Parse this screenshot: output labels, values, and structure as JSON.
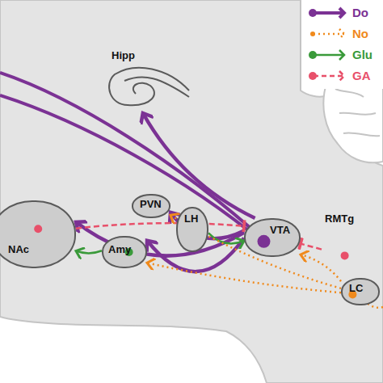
{
  "diagram": {
    "nodes": [
      {
        "text": [
          "Hipp"
        ]
      },
      {
        "text": [
          "PVN"
        ]
      },
      {
        "text": [
          "NAc"
        ]
      },
      {
        "text": [
          "Amy"
        ]
      },
      {
        "text": [
          "LH"
        ]
      },
      {
        "text": [
          "VTA"
        ]
      },
      {
        "text": [
          "RMTg"
        ]
      },
      {
        "text": [
          "LC"
        ]
      }
    ],
    "edges": [
      {
        "from": 5,
        "to": 0,
        "arrow": "to"
      },
      {
        "from": 5,
        "to": 2,
        "arrow": "to"
      },
      {
        "from": 5,
        "to": 1,
        "arrow": "to"
      },
      {
        "from": 5,
        "to": 3,
        "arrow": "to"
      },
      {
        "from": 2,
        "to": 5,
        "arrow": "to"
      },
      {
        "from": 6,
        "to": 5,
        "arrow": "to"
      },
      {
        "from": 3,
        "to": 2,
        "arrow": "to"
      },
      {
        "from": 4,
        "to": 5,
        "arrow": "to"
      },
      {
        "from": 7,
        "to": 3,
        "arrow": "to"
      },
      {
        "from": 7,
        "to": 1,
        "arrow": "to"
      },
      {
        "from": 7,
        "to": 5,
        "arrow": "to"
      }
    ],
    "legend": [
      {
        "text": "Do"
      },
      {
        "text": "No"
      },
      {
        "text": "Glu"
      },
      {
        "text": "GA"
      }
    ]
  }
}
